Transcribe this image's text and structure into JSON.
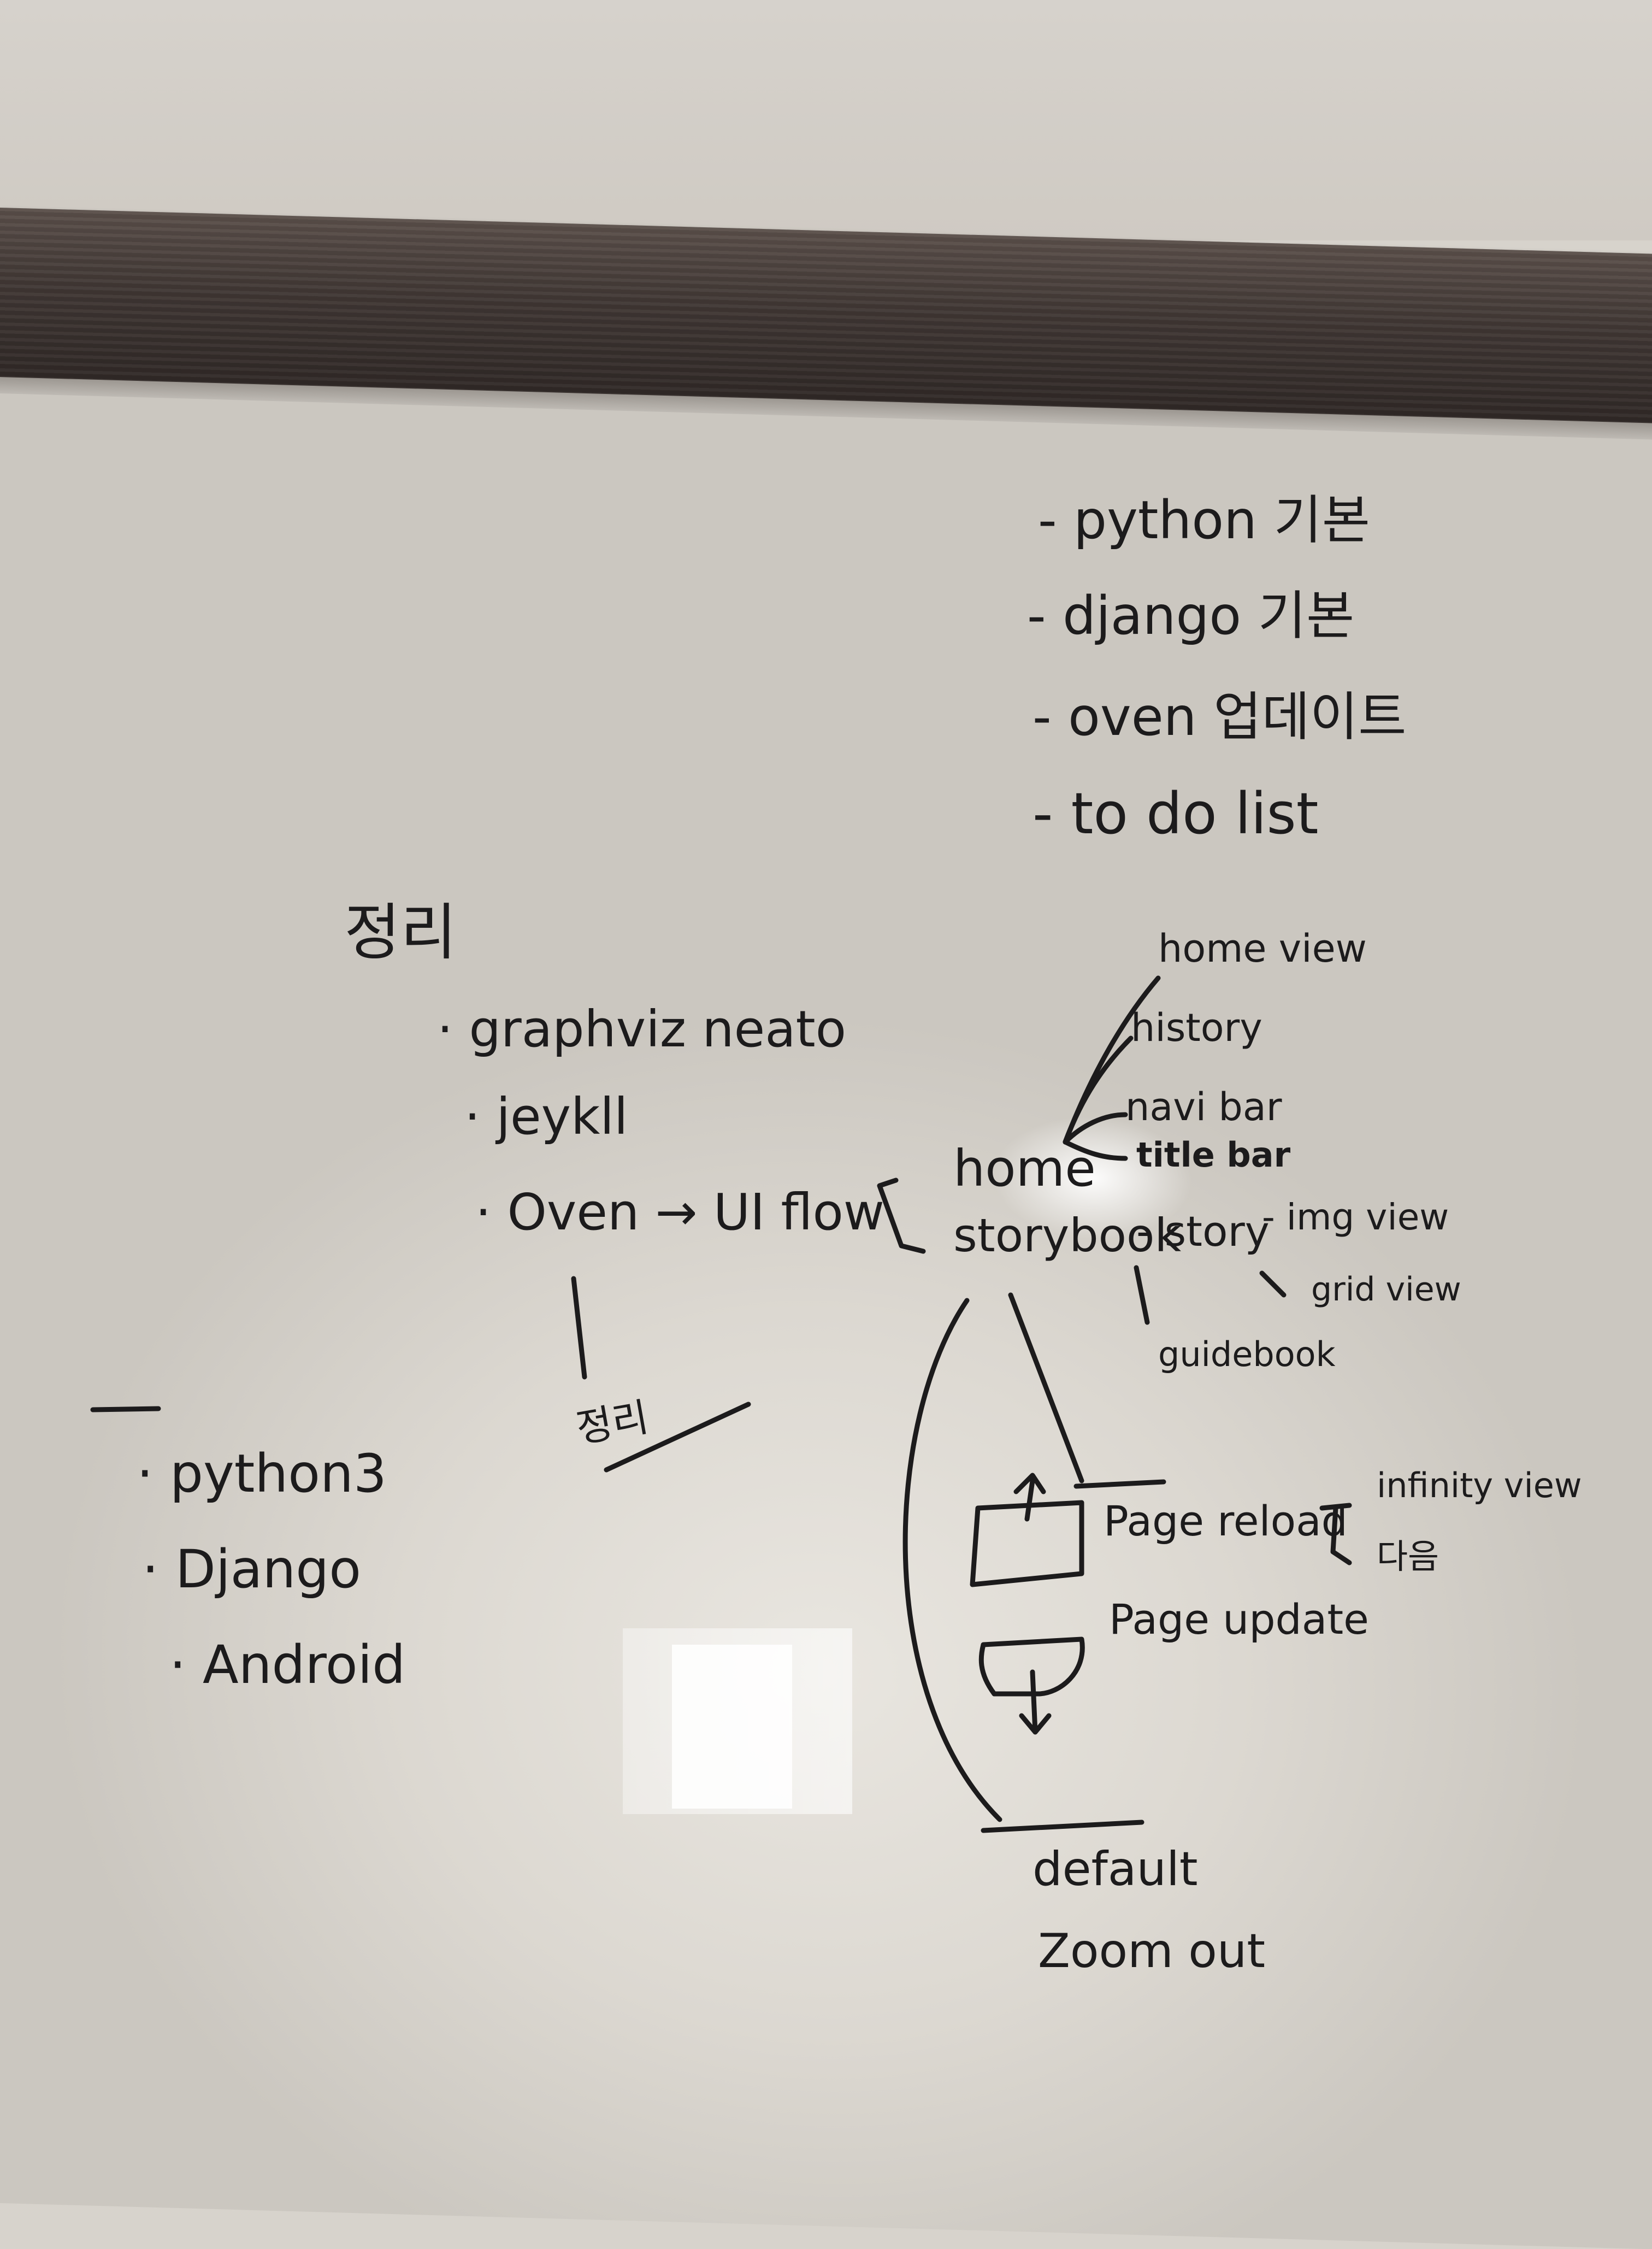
{
  "whiteboard": {
    "todo": [
      "- python 기본",
      "- django 기본",
      "- oven 업데이트",
      "- to do list"
    ],
    "summary_title": "정리",
    "summary_items": [
      "· graphviz neato",
      "· jeykll",
      "· Oven → UI flow"
    ],
    "tech_stack": [
      "· python3",
      "· Django",
      "· Android"
    ],
    "diagram": {
      "home": "home",
      "storybook": "storybook",
      "home_children": [
        "home view",
        "history",
        "navi bar",
        "title bar"
      ],
      "story": "- story",
      "story_children": [
        "- img view",
        "grid view"
      ],
      "guidebook": "guidebook",
      "page_reload": "Page reload",
      "reload_options": [
        "infinity view",
        "다음"
      ],
      "page_update": "Page update",
      "default": "default",
      "zoom_out": "Zoom out",
      "underlined_note": "정리"
    }
  }
}
